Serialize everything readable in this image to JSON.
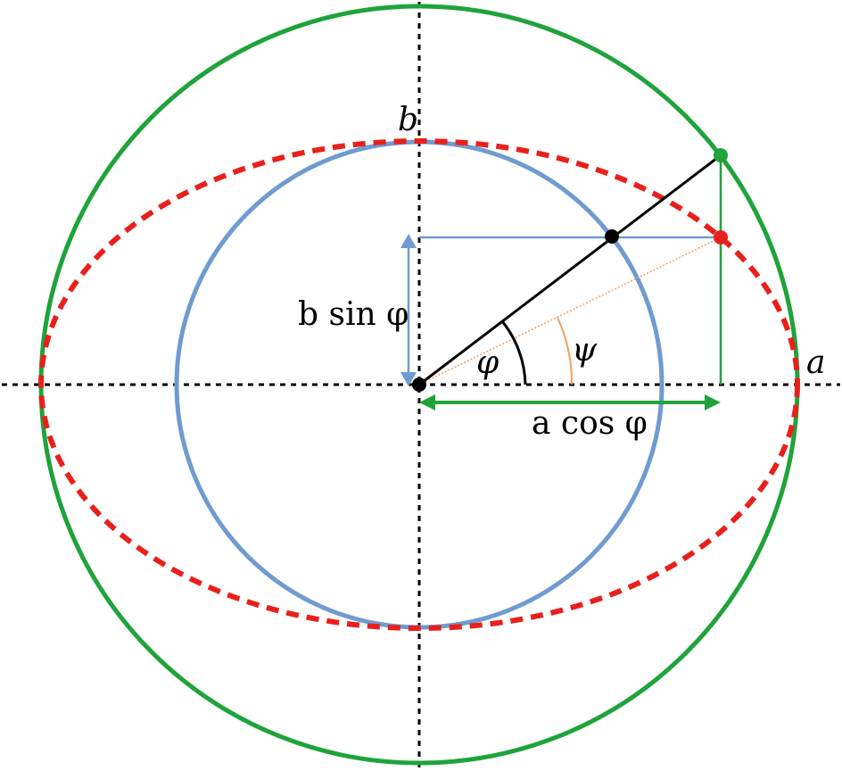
{
  "labels": {
    "a": "a",
    "b": "b",
    "b_sin_phi": "b sin φ",
    "a_cos_phi": "a cos φ",
    "phi": "φ",
    "psi": "ψ"
  },
  "colors": {
    "outer_circle": "#1fa33a",
    "inner_circle": "#6f9bd0",
    "ellipse": "#e8201c",
    "axes": "#000000",
    "radius_line": "#000000",
    "projection_lines": "#6f9bd0",
    "psi_line": "#f0a060",
    "green_point": "#1fa33a",
    "red_point": "#e8201c",
    "black_point": "#000000"
  }
}
